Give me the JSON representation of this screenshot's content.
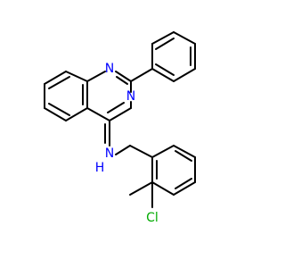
{
  "colors": {
    "nitrogen": "#0000ff",
    "chlorine": "#00aa00",
    "carbon": "#000000",
    "background": "#ffffff"
  },
  "atoms": {
    "n1": "N",
    "n3": "N",
    "n_amine": "N",
    "h_amine": "H",
    "cl": "Cl"
  }
}
